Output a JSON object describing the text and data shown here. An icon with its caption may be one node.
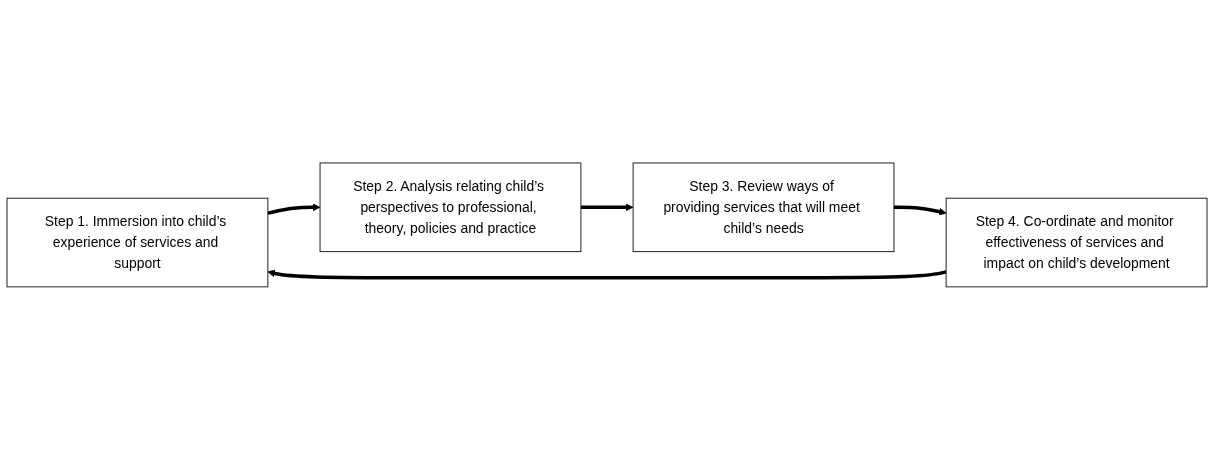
{
  "diagram": {
    "nodes": [
      {
        "text": [
          "Step 1. Immersion into child’s experience of services and support"
        ]
      },
      {
        "text": [
          "Step 2. Analysis relating child’s perspectives to professional, theory, policies and practice"
        ]
      },
      {
        "text": [
          "Step 3. Review ways of providing services that will meet child’s needs"
        ]
      },
      {
        "text": [
          "Step 4. Co-ordinate and monitor effectiveness of services and impact on child’s development"
        ]
      }
    ],
    "edges": [
      {
        "from": 0,
        "to": 1,
        "arrow": "to"
      },
      {
        "from": 1,
        "to": 2,
        "arrow": "to"
      },
      {
        "from": 2,
        "to": 3,
        "arrow": "to"
      },
      {
        "from": 3,
        "to": 0,
        "arrow": "to"
      }
    ]
  }
}
